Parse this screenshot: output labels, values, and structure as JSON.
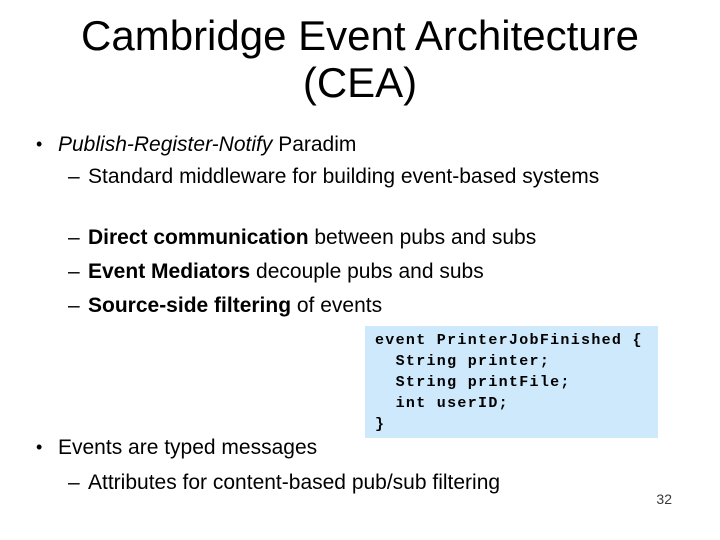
{
  "title": {
    "line1": "Cambridge Event Architecture",
    "line2": "(CEA)"
  },
  "markers": {
    "level1": "•",
    "level2": "–"
  },
  "bullets": {
    "b1": {
      "italic": "Publish-Register-Notify",
      "rest": " Paradim"
    },
    "b1_sub1": {
      "text": "Standard middleware for building event-based systems"
    },
    "b1_sub2": {
      "bold": "Direct communication",
      "rest": " between pubs and subs"
    },
    "b1_sub3": {
      "bold": "Event Mediators",
      "rest": " decouple pubs and subs"
    },
    "b1_sub4": {
      "bold": "Source-side filtering",
      "rest": " of events"
    },
    "b2": {
      "text": "Events are typed messages"
    },
    "b2_sub1": {
      "text": "Attributes for content-based pub/sub filtering"
    }
  },
  "code_block": {
    "bg_color": "#cde9fb",
    "lines": [
      "event PrinterJobFinished {",
      "  String printer;",
      "  String printFile;",
      "  int userID;",
      "}"
    ]
  },
  "page_number": "32"
}
